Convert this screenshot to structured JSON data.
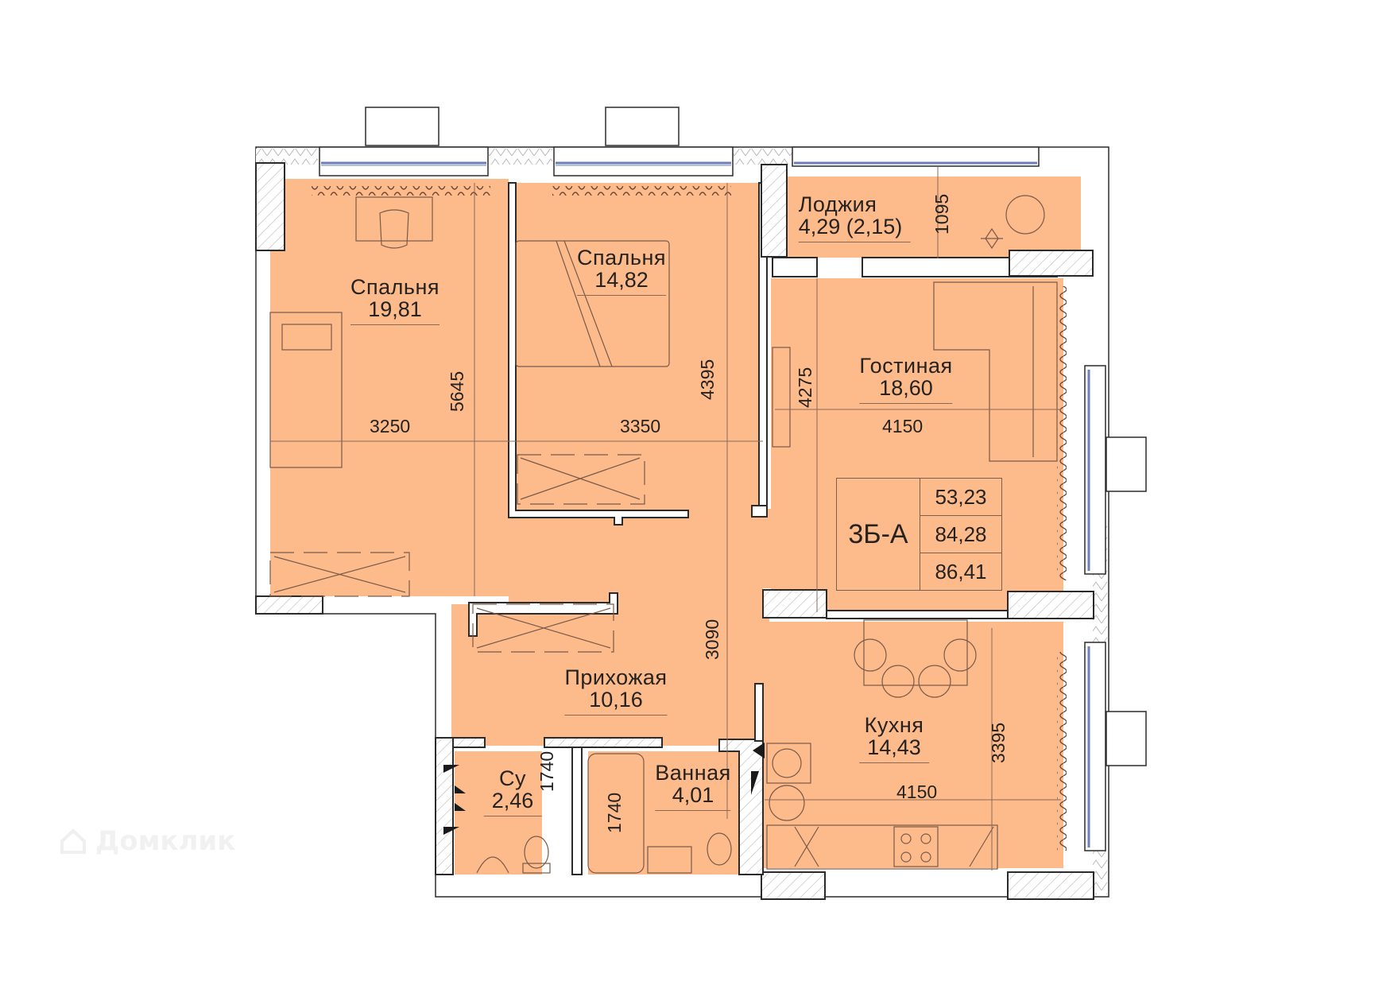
{
  "plan": {
    "apartment_code": "3Б-А",
    "areas": {
      "living": "53,23",
      "total": "84,28",
      "total_with_loggia": "86,41"
    },
    "colors": {
      "floor_fill": "#FDBB8C",
      "wall_stroke": "#2B2B2B",
      "window_glass": "#6C7FB8",
      "furniture_stroke": "#7A5A48",
      "text": "#262220",
      "background": "#FFFFFF"
    },
    "rooms": [
      {
        "id": "bedroom-1",
        "name": "Спальня",
        "area": "19,81"
      },
      {
        "id": "bedroom-2",
        "name": "Спальня",
        "area": "14,82"
      },
      {
        "id": "loggia",
        "name": "Лоджия",
        "area": "4,29 (2,15)"
      },
      {
        "id": "living-room",
        "name": "Гостиная",
        "area": "18,60"
      },
      {
        "id": "hallway",
        "name": "Прихожая",
        "area": "10,16"
      },
      {
        "id": "kitchen",
        "name": "Кухня",
        "area": "14,43"
      },
      {
        "id": "bathroom",
        "name": "Ванная",
        "area": "4,01"
      },
      {
        "id": "toilet",
        "name": "Су",
        "area": "2,46"
      }
    ],
    "dimensions": {
      "bedroom1_width": "3250",
      "bedroom1_length": "5645",
      "bedroom2_width": "3350",
      "bedroom2_length": "4395",
      "loggia_depth": "1095",
      "living_width": "4150",
      "living_length": "4275",
      "hallway_length": "3090",
      "kitchen_width": "4150",
      "kitchen_length": "3395",
      "toilet_length": "1740",
      "bathroom_length": "1740"
    }
  },
  "watermark": {
    "icon": "house-icon",
    "text": "Домклик"
  }
}
